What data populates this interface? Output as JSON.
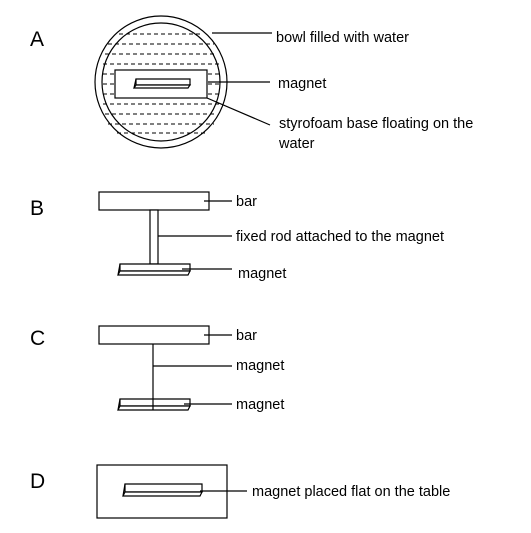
{
  "panels": [
    {
      "letter": "A",
      "labels": {
        "bowl": "bowl filled with water",
        "magnet": "magnet",
        "base_line1": "styrofoam base floating on the",
        "base_line2": "water"
      }
    },
    {
      "letter": "B",
      "labels": {
        "bar": "bar",
        "rod": "fixed rod attached to the magnet",
        "magnet": "magnet"
      }
    },
    {
      "letter": "C",
      "labels": {
        "bar": "bar",
        "upper_magnet": "magnet",
        "lower_magnet": "magnet"
      }
    },
    {
      "letter": "D",
      "labels": {
        "magnet": "magnet placed flat on the table"
      }
    }
  ]
}
